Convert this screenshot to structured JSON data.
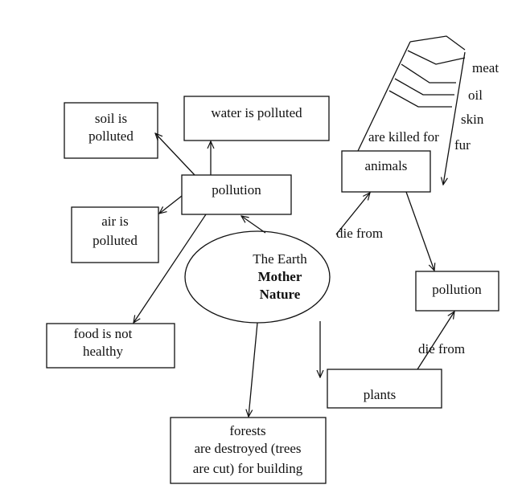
{
  "center": {
    "line1": "The Earth",
    "line2": "Mother",
    "line3": "Nature"
  },
  "nodes": {
    "pollution_main": "pollution",
    "soil": [
      "soil is",
      "polluted"
    ],
    "water": "water is polluted",
    "air": [
      "air is",
      "polluted"
    ],
    "food": [
      "food is not",
      "healthy"
    ],
    "forests": [
      "forests",
      "are destroyed (trees",
      "are cut) for building"
    ],
    "animals": "animals",
    "pollution_right": "pollution",
    "plants": "plants"
  },
  "edge_labels": {
    "killed_for": "are killed for",
    "animals_die_from": "die from",
    "plants_die_from": "die from"
  },
  "killed_for_items": [
    "meat",
    "oil",
    "skin",
    "fur"
  ]
}
